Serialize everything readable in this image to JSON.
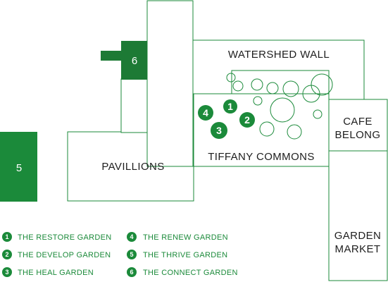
{
  "colors": {
    "accent": "#1b8a3a",
    "dark_green": "#1d7a35",
    "text": "#1e1e1e"
  },
  "map": {
    "buildings": {
      "watershed_wall": "WATERSHED WALL",
      "pavillions": "PAVILLIONS",
      "tiffany_commons": "TIFFANY COMMONS",
      "cafe_line1": "CAFE",
      "cafe_line2": "BELONG",
      "market_line1": "GARDEN",
      "market_line2": "MARKET"
    },
    "markers": {
      "m1": "1",
      "m2": "2",
      "m3": "3",
      "m4": "4",
      "m5": "5",
      "m6": "6"
    }
  },
  "legend": [
    {
      "number": "1",
      "label": "THE RESTORE GARDEN"
    },
    {
      "number": "2",
      "label": "THE DEVELOP GARDEN"
    },
    {
      "number": "3",
      "label": "THE HEAL GARDEN"
    },
    {
      "number": "4",
      "label": "THE RENEW GARDEN"
    },
    {
      "number": "5",
      "label": "THE THRIVE GARDEN"
    },
    {
      "number": "6",
      "label": "THE CONNECT GARDEN"
    }
  ]
}
